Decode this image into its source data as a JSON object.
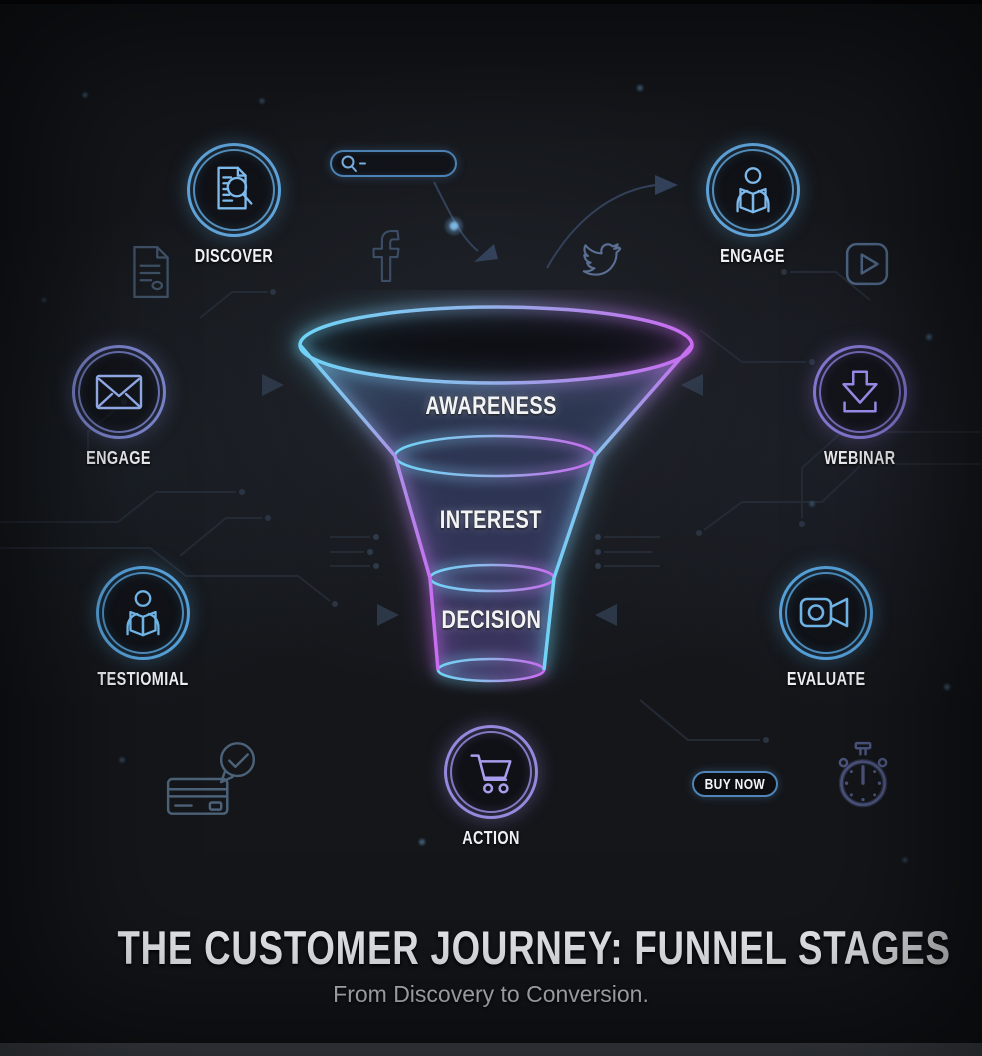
{
  "header": {
    "title": "THE CUSTOMER JOURNEY: FUNNEL STAGES",
    "subtitle": "From Discovery to Conversion."
  },
  "funnel": {
    "stages": [
      {
        "label": "AWARENESS"
      },
      {
        "label": "INTEREST"
      },
      {
        "label": "DECISION"
      }
    ],
    "left_color": "#72d6f7",
    "right_color": "#c96cf2"
  },
  "nodes": {
    "discover": {
      "label": "DISCOVER",
      "icon": "document-search-icon",
      "ring_color": "#5fa3d8"
    },
    "engage_top": {
      "label": "ENGAGE",
      "icon": "book-reader-icon",
      "ring_color": "#5fa3d8"
    },
    "engage_left": {
      "label": "ENGAGE",
      "icon": "envelope-icon",
      "ring_color": "#7a84cc"
    },
    "webinar": {
      "label": "WEBINAR",
      "icon": "download-icon",
      "ring_color": "#8577d2"
    },
    "testimonial": {
      "label": "TESTIOMIAL",
      "icon": "book-reader-icon",
      "ring_color": "#55a0d8"
    },
    "evaluate": {
      "label": "EVALUATE",
      "icon": "video-camera-icon",
      "ring_color": "#55a0d8"
    },
    "action": {
      "label": "ACTION",
      "icon": "shopping-cart-icon",
      "ring_color": "#9688dd"
    }
  },
  "cta": {
    "buy_now": "BUY NOW"
  },
  "decor_icons": [
    "search-bar-icon",
    "document-icon",
    "facebook-icon",
    "twitter-icon",
    "play-icon",
    "credit-card-check-icon",
    "stopwatch-icon"
  ],
  "colors": {
    "background": "#15171b",
    "bottom_bar": "#474c53",
    "circuit": "#242b35",
    "arrow": "#33415a"
  }
}
